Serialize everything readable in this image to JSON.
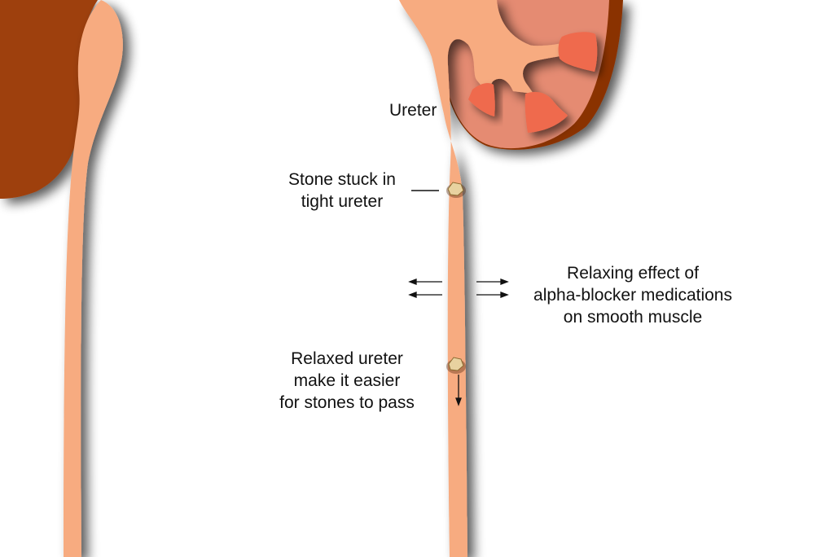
{
  "labels": {
    "ureter": "Ureter",
    "stone_stuck_line1": "Stone stuck in",
    "stone_stuck_line2": "tight ureter",
    "relaxing_line1": "Relaxing effect of",
    "relaxing_line2": "alpha-blocker medications",
    "relaxing_line3": "on smooth muscle",
    "relaxed_line1": "Relaxed ureter",
    "relaxed_line2": "make it easier",
    "relaxed_line3": "for stones to pass"
  },
  "colors": {
    "ureter": "#F7AB80",
    "kidney_outer": "#9E400E",
    "kidney_inner": "#E58B72",
    "calyx": "#EF6A4E",
    "stone": "#E8D2A0"
  }
}
